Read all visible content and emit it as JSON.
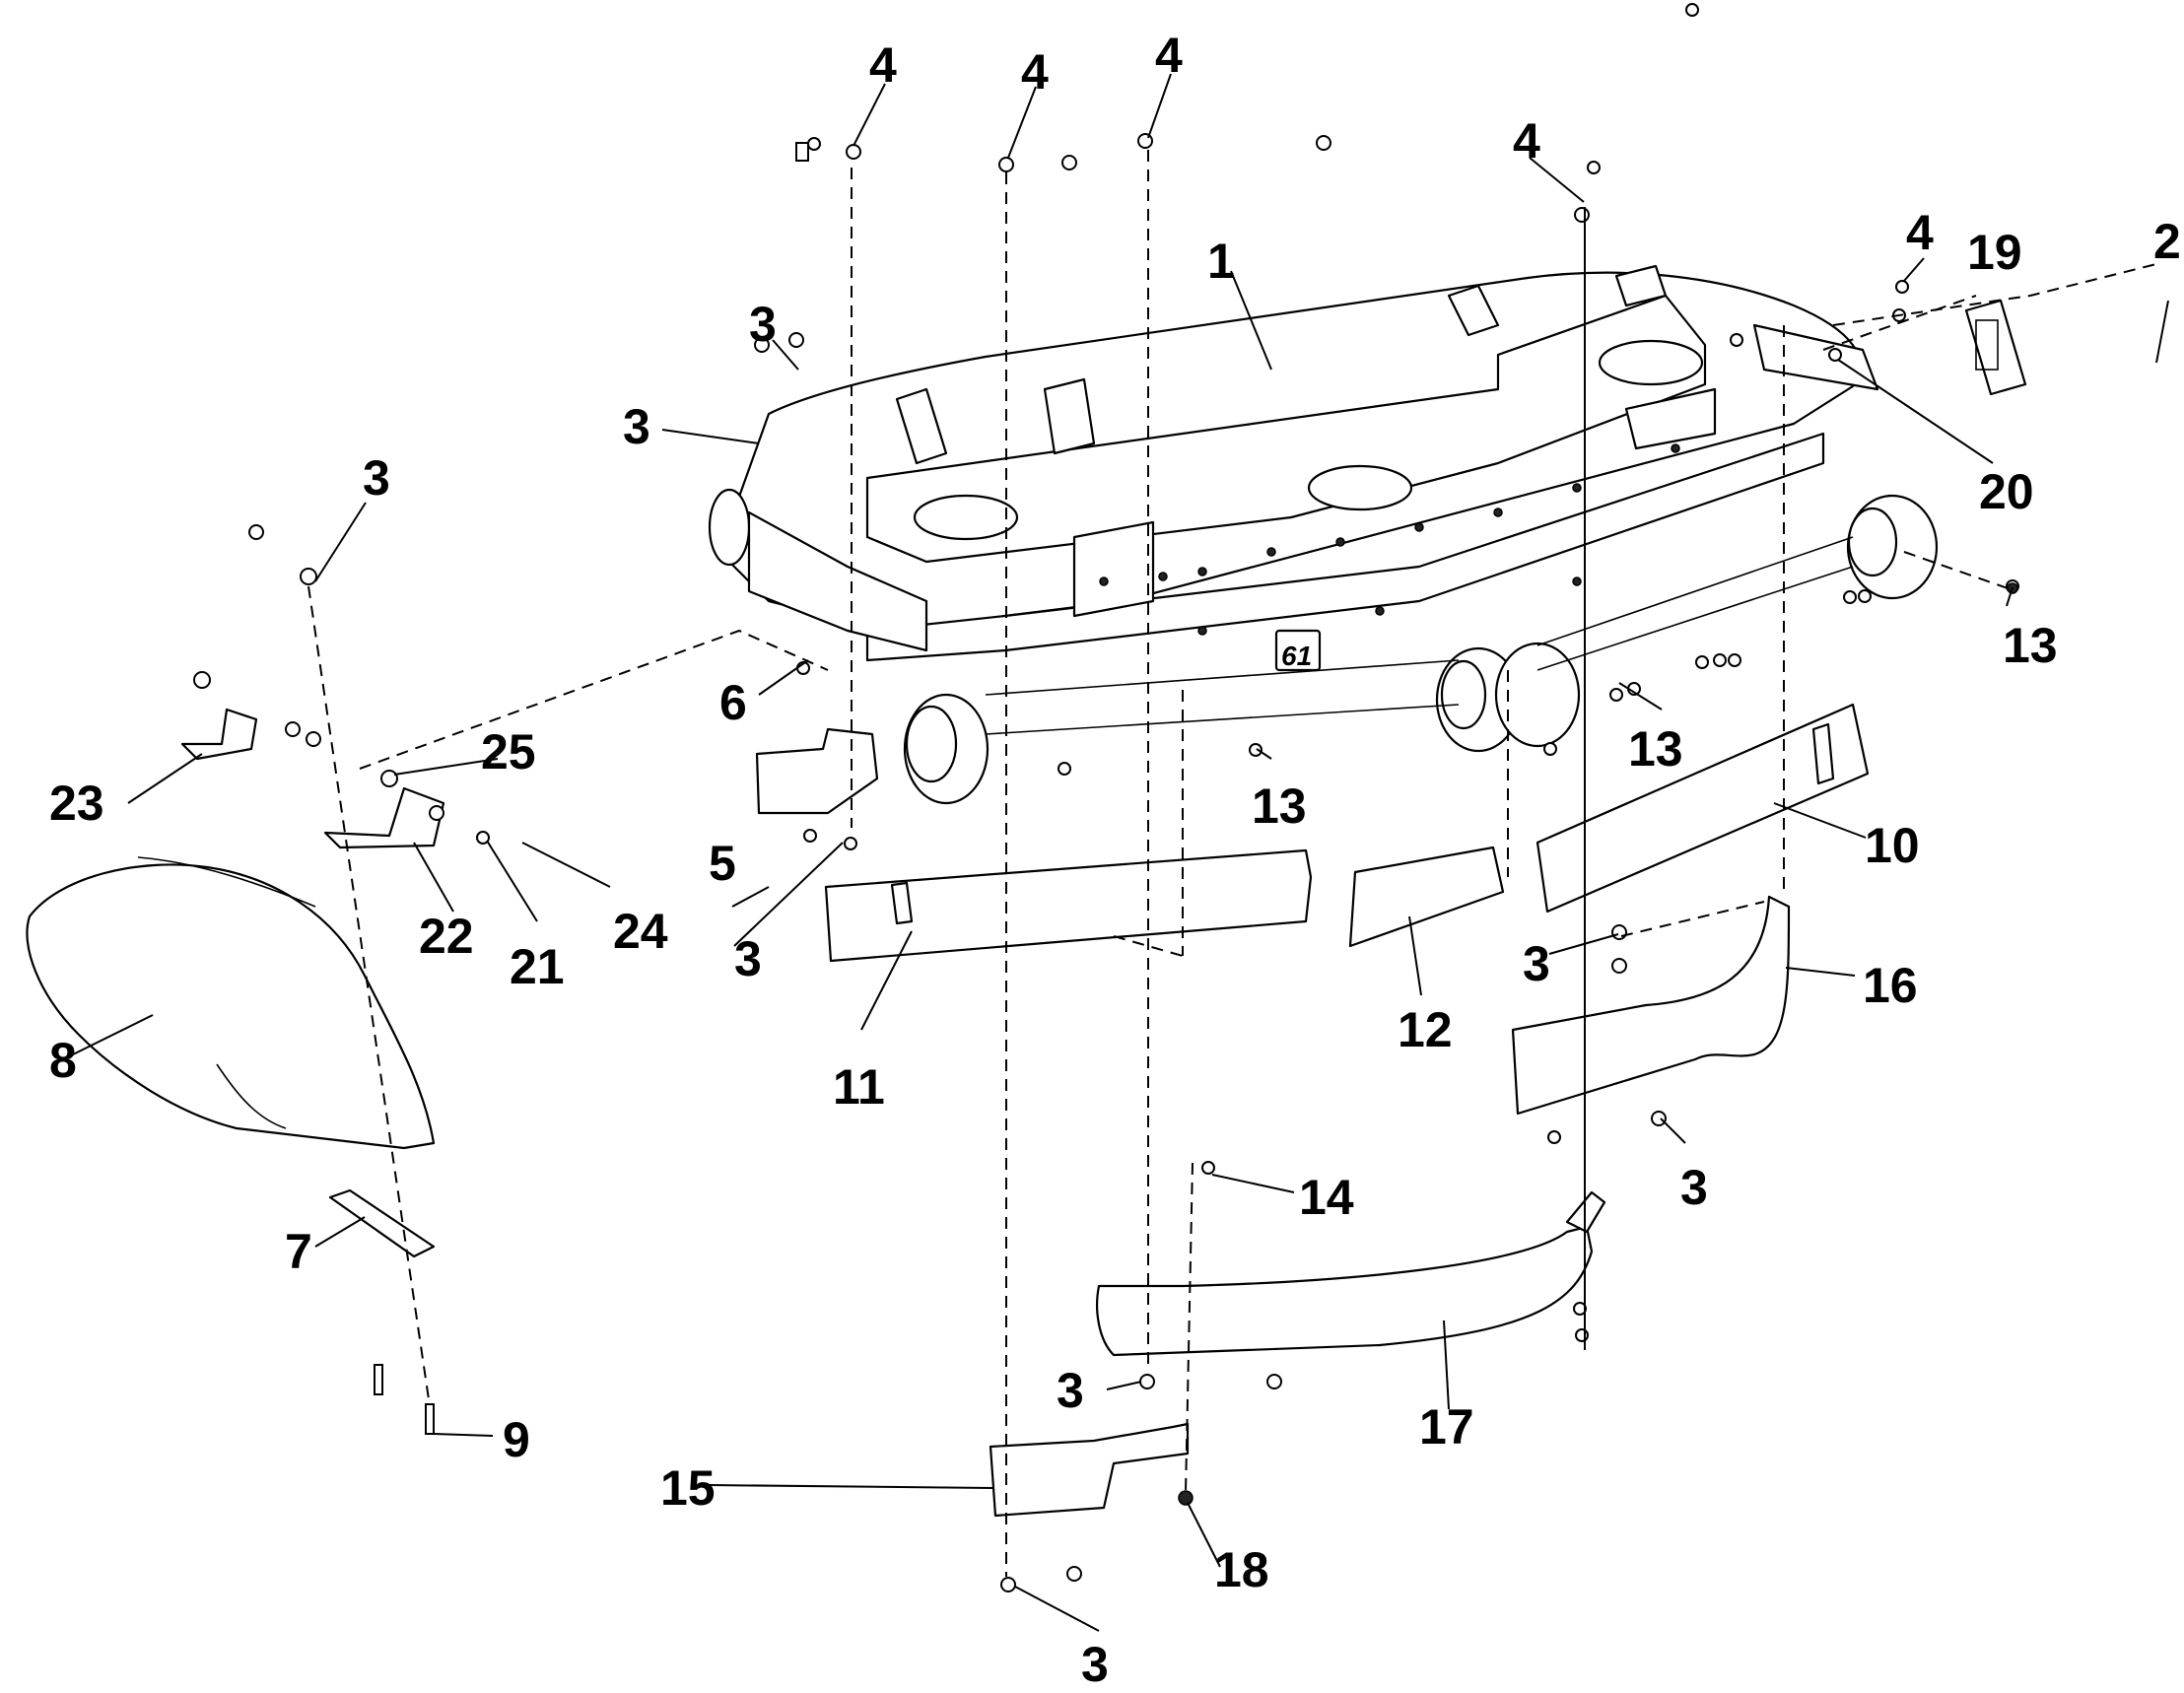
{
  "diagram": {
    "callouts": {
      "p1": "1",
      "p2": "2",
      "p3": "3",
      "p4": "4",
      "p5": "5",
      "p6": "6",
      "p7": "7",
      "p8": "8",
      "p9": "9",
      "p10": "10",
      "p11": "11",
      "p12": "12",
      "p13": "13",
      "p14": "14",
      "p15": "15",
      "p16": "16",
      "p17": "17",
      "p18": "18",
      "p19": "19",
      "p20": "20",
      "p21": "21",
      "p22": "22",
      "p23": "23",
      "p24": "24",
      "p25": "25"
    },
    "deck_badge": "61"
  }
}
